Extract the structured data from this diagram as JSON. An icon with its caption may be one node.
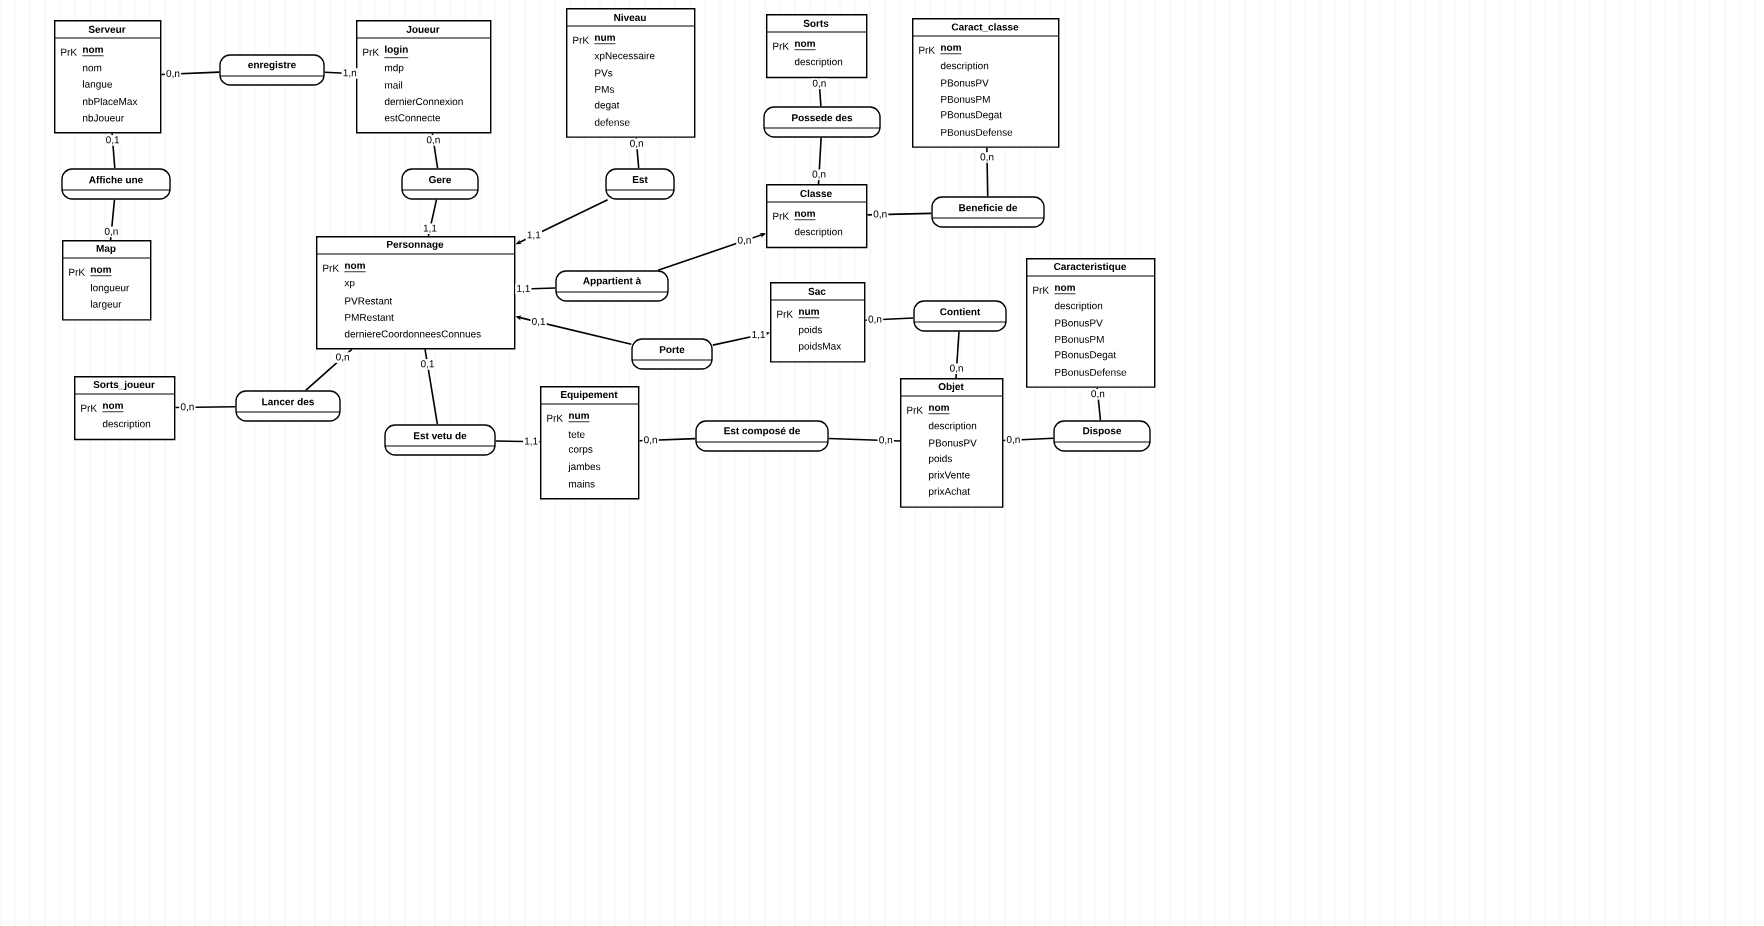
{
  "diagram": {
    "nodes": [
      {
        "text": [
          "Serveur",
          "PrK",
          "nom",
          "nom",
          "langue",
          "nbPlaceMax",
          "nbJoueur"
        ]
      },
      {
        "text": [
          "Joueur",
          "PrK",
          "login",
          "mdp",
          "mail",
          "dernierConnexion",
          "estConnecte"
        ]
      },
      {
        "text": [
          "Niveau",
          "PrK",
          "num",
          "xpNecessaire",
          "PVs",
          "PMs",
          "degat",
          "defense"
        ]
      },
      {
        "text": [
          "Sorts",
          "PrK",
          "nom",
          "description"
        ]
      },
      {
        "text": [
          "Caract_classe",
          "PrK",
          "nom",
          "description",
          "PBonusPV",
          "PBonusPM",
          "PBonusDegat",
          "PBonusDefense"
        ]
      },
      {
        "text": [
          "Map",
          "PrK",
          "nom",
          "longueur",
          "largeur"
        ]
      },
      {
        "text": [
          "Personnage",
          "PrK",
          "nom",
          "xp",
          "PVRestant",
          "PMRestant",
          "derniereCoordonneesConnues"
        ]
      },
      {
        "text": [
          "Classe",
          "PrK",
          "nom",
          "description"
        ]
      },
      {
        "text": [
          "Sac",
          "PrK",
          "num",
          "poids",
          "poidsMax"
        ]
      },
      {
        "text": [
          "Caracteristique",
          "PrK",
          "nom",
          "description",
          "PBonusPV",
          "PBonusPM",
          "PBonusDegat",
          "PBonusDefense"
        ]
      },
      {
        "text": [
          "Sorts_joueur",
          "PrK",
          "nom",
          "description"
        ]
      },
      {
        "text": [
          "Equipement",
          "PrK",
          "num",
          "tete",
          "corps",
          "jambes",
          "mains"
        ]
      },
      {
        "text": [
          "Objet",
          "PrK",
          "nom",
          "description",
          "PBonusPV",
          "poids",
          "prixVente",
          "prixAchat"
        ]
      },
      {
        "text": [
          "enregistre"
        ]
      },
      {
        "text": [
          "Affiche une"
        ]
      },
      {
        "text": [
          "Gere"
        ]
      },
      {
        "text": [
          "Est"
        ]
      },
      {
        "text": [
          "Possede des"
        ]
      },
      {
        "text": [
          "Beneficie de"
        ]
      },
      {
        "text": [
          "Appartient à"
        ]
      },
      {
        "text": [
          "Porte"
        ]
      },
      {
        "text": [
          "Contient"
        ]
      },
      {
        "text": [
          "Lancer des"
        ]
      },
      {
        "text": [
          "Est vetu de"
        ]
      },
      {
        "text": [
          "Est composé de"
        ]
      },
      {
        "text": [
          "Dispose"
        ]
      }
    ],
    "edges": [
      {
        "from": 13,
        "to": 0,
        "arrow": "none",
        "label": "0,n"
      },
      {
        "from": 13,
        "to": 1,
        "arrow": "none",
        "label": "1,n"
      },
      {
        "from": 14,
        "to": 0,
        "arrow": "none",
        "label": "0,1"
      },
      {
        "from": 14,
        "to": 5,
        "arrow": "none",
        "label": "0,n"
      },
      {
        "from": 15,
        "to": 1,
        "arrow": "none",
        "label": "0,n"
      },
      {
        "from": 15,
        "to": 6,
        "arrow": "none",
        "label": "1,1"
      },
      {
        "from": 16,
        "to": 2,
        "arrow": "none",
        "label": "0,n"
      },
      {
        "from": 16,
        "to": 6,
        "arrow": "to",
        "label": "1,1"
      },
      {
        "from": 17,
        "to": 3,
        "arrow": "none",
        "label": "0,n"
      },
      {
        "from": 17,
        "to": 7,
        "arrow": "none",
        "label": "0,n"
      },
      {
        "from": 18,
        "to": 4,
        "arrow": "none",
        "label": "0,n"
      },
      {
        "from": 18,
        "to": 7,
        "arrow": "none",
        "label": "0,n"
      },
      {
        "from": 19,
        "to": 7,
        "arrow": "to",
        "label": "0,n"
      },
      {
        "from": 19,
        "to": 6,
        "arrow": "none",
        "label": "1,1"
      },
      {
        "from": 20,
        "to": 6,
        "arrow": "to",
        "label": "0,1"
      },
      {
        "from": 20,
        "to": 8,
        "arrow": "to",
        "label": "1,1"
      },
      {
        "from": 21,
        "to": 8,
        "arrow": "none",
        "label": "0,n"
      },
      {
        "from": 21,
        "to": 12,
        "arrow": "none",
        "label": "0,n"
      },
      {
        "from": 22,
        "to": 6,
        "arrow": "none",
        "label": "0,n"
      },
      {
        "from": 22,
        "to": 10,
        "arrow": "none",
        "label": "0,n"
      },
      {
        "from": 23,
        "to": 6,
        "arrow": "none",
        "label": "0,1"
      },
      {
        "from": 23,
        "to": 11,
        "arrow": "none",
        "label": "1,1"
      },
      {
        "from": 24,
        "to": 11,
        "arrow": "none",
        "label": "0,n"
      },
      {
        "from": 24,
        "to": 12,
        "arrow": "none",
        "label": "0,n"
      },
      {
        "from": 25,
        "to": 12,
        "arrow": "none",
        "label": "0,n"
      },
      {
        "from": 25,
        "to": 9,
        "arrow": "none",
        "label": "0,n"
      }
    ]
  }
}
